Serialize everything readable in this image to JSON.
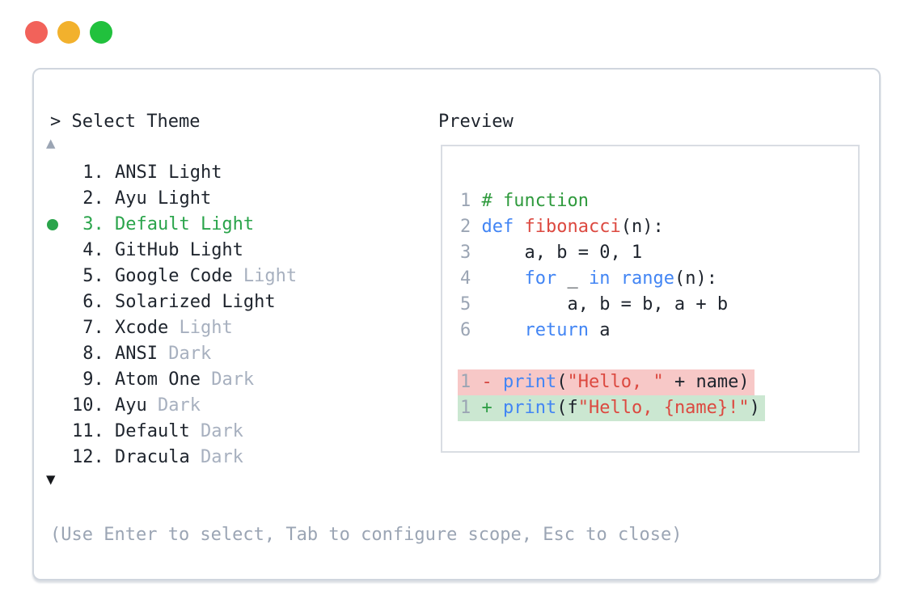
{
  "colors": {
    "text": "#1e242d",
    "muted": "#a7b0bf",
    "gray": "#9ba5b4",
    "green": "#2aa44b",
    "kw": "#4285f4",
    "red": "#dc4940",
    "comment": "#2f9a3d",
    "minus": "#d6453f",
    "plus": "#2f9e46",
    "bg-removed": "#f7c8c7",
    "bg-added": "#cbe7d1",
    "border-panel": "#d0d6de",
    "border-preview": "#d9dde3",
    "light-red": "#f2625a",
    "light-yellow": "#f2b12d",
    "light-green": "#21c13d"
  },
  "window": {
    "lights": [
      {
        "name": "close",
        "color_key": "light-red"
      },
      {
        "name": "minimize",
        "color_key": "light-yellow"
      },
      {
        "name": "maximize",
        "color_key": "light-green"
      }
    ]
  },
  "left": {
    "prompt": "> ",
    "title": "Select Theme",
    "scroll_up_icon": "▲",
    "scroll_down_icon": "▼",
    "items": [
      {
        "number": 1,
        "text": "ANSI Light",
        "muted": "",
        "selected": false
      },
      {
        "number": 2,
        "text": "Ayu Light",
        "muted": "",
        "selected": false
      },
      {
        "number": 3,
        "text": "Default Light",
        "muted": "",
        "selected": true
      },
      {
        "number": 4,
        "text": "GitHub Light",
        "muted": "",
        "selected": false
      },
      {
        "number": 5,
        "text": "Google Code",
        "muted": "Light",
        "selected": false
      },
      {
        "number": 6,
        "text": "Solarized Light",
        "muted": "",
        "selected": false
      },
      {
        "number": 7,
        "text": "Xcode",
        "muted": "Light",
        "selected": false
      },
      {
        "number": 8,
        "text": "ANSI",
        "muted": "Dark",
        "selected": false
      },
      {
        "number": 9,
        "text": "Atom One",
        "muted": "Dark",
        "selected": false
      },
      {
        "number": 10,
        "text": "Ayu",
        "muted": "Dark",
        "selected": false
      },
      {
        "number": 11,
        "text": "Default",
        "muted": "Dark",
        "selected": false
      },
      {
        "number": 12,
        "text": "Dracula",
        "muted": "Dark",
        "selected": false
      }
    ],
    "hint": "(Use Enter to select, Tab to configure scope, Esc to close)"
  },
  "preview": {
    "title": "Preview",
    "lines": [
      {
        "num": "1",
        "tokens": [
          [
            "cm",
            "# function"
          ]
        ]
      },
      {
        "num": "2",
        "tokens": [
          [
            "kw",
            "def"
          ],
          [
            "pl",
            " "
          ],
          [
            "rd",
            "fibonacci"
          ],
          [
            "pl",
            "(n):"
          ]
        ]
      },
      {
        "num": "3",
        "tokens": [
          [
            "pl",
            "    a, b = 0, 1"
          ]
        ]
      },
      {
        "num": "4",
        "tokens": [
          [
            "pl",
            "    "
          ],
          [
            "kw",
            "for"
          ],
          [
            "pl",
            " _ "
          ],
          [
            "kw",
            "in"
          ],
          [
            "pl",
            " "
          ],
          [
            "kw",
            "range"
          ],
          [
            "pl",
            "(n):"
          ]
        ]
      },
      {
        "num": "5",
        "tokens": [
          [
            "pl",
            "        a, b = b, a + b"
          ]
        ]
      },
      {
        "num": "6",
        "tokens": [
          [
            "pl",
            "    "
          ],
          [
            "kw",
            "return"
          ],
          [
            "pl",
            " a"
          ]
        ]
      },
      {
        "blank": true
      },
      {
        "num": "1",
        "diff": "removed",
        "sign": "-",
        "tokens": [
          [
            "kw",
            "print"
          ],
          [
            "pl",
            "("
          ],
          [
            "rd",
            "\"Hello, \""
          ],
          [
            "pl",
            " + name)"
          ]
        ]
      },
      {
        "num": "1",
        "diff": "added",
        "sign": "+",
        "tokens": [
          [
            "kw",
            "print"
          ],
          [
            "pl",
            "(f"
          ],
          [
            "rd",
            "\"Hello, {name}!\""
          ],
          [
            "pl",
            ")"
          ]
        ]
      }
    ]
  }
}
